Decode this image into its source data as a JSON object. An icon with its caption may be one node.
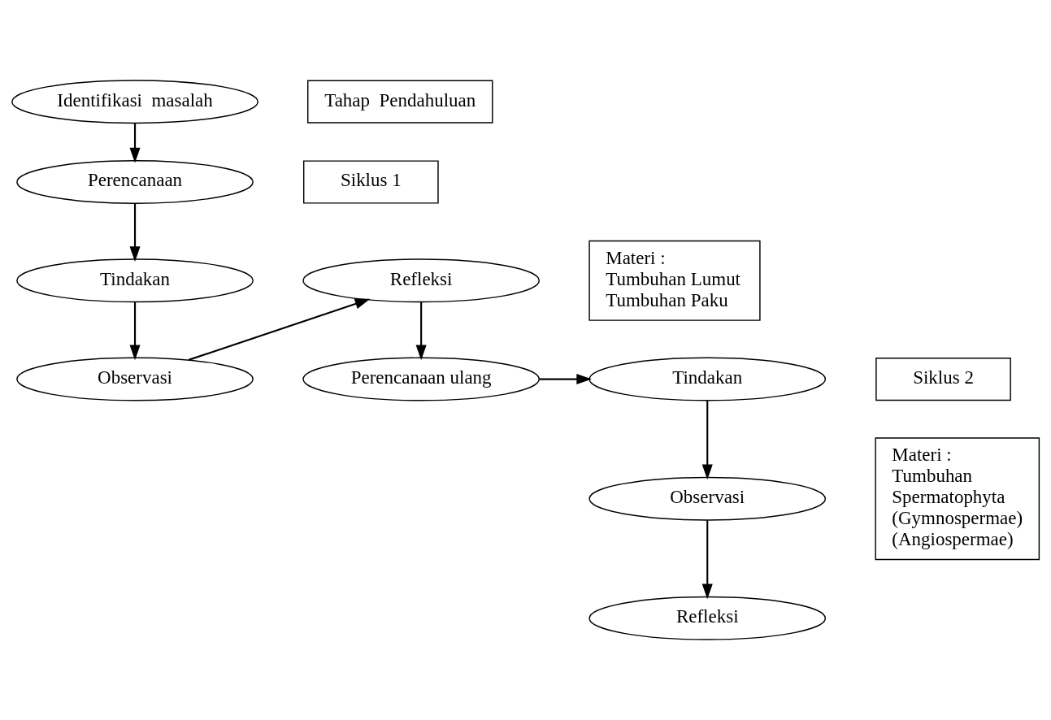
{
  "diagram": {
    "nodes": [
      {
        "text": [
          "Identifikasi  masalah"
        ]
      },
      {
        "text": [
          "Tahap  Pendahuluan"
        ]
      },
      {
        "text": [
          "Perencanaan"
        ]
      },
      {
        "text": [
          "Siklus 1"
        ]
      },
      {
        "text": [
          "Refleksi"
        ]
      },
      {
        "text": [
          "Tindakan"
        ]
      },
      {
        "text": [
          "Materi :",
          "Tumbuhan Lumut",
          "Tumbuhan Paku"
        ]
      },
      {
        "text": [
          "Observasi"
        ]
      },
      {
        "text": [
          "Perencanaan ulang"
        ]
      },
      {
        "text": [
          "Tindakan"
        ]
      },
      {
        "text": [
          "Siklus 2"
        ]
      },
      {
        "text": [
          "Observasi"
        ]
      },
      {
        "text": [
          "Materi :",
          "Tumbuhan",
          "Spermatophyta",
          "(Gymnospermae)",
          "(Angiospermae)"
        ]
      },
      {
        "text": [
          "Refleksi"
        ]
      }
    ],
    "edges": [
      {
        "from": 0,
        "to": 2,
        "arrow": "to"
      },
      {
        "from": 2,
        "to": 5,
        "arrow": "to"
      },
      {
        "from": 5,
        "to": 7,
        "arrow": "to"
      },
      {
        "from": 7,
        "to": 4,
        "arrow": "to"
      },
      {
        "from": 4,
        "to": 8,
        "arrow": "to"
      },
      {
        "from": 8,
        "to": 9,
        "arrow": "to"
      },
      {
        "from": 9,
        "to": 11,
        "arrow": "to"
      },
      {
        "from": 11,
        "to": 13,
        "arrow": "to"
      }
    ]
  }
}
